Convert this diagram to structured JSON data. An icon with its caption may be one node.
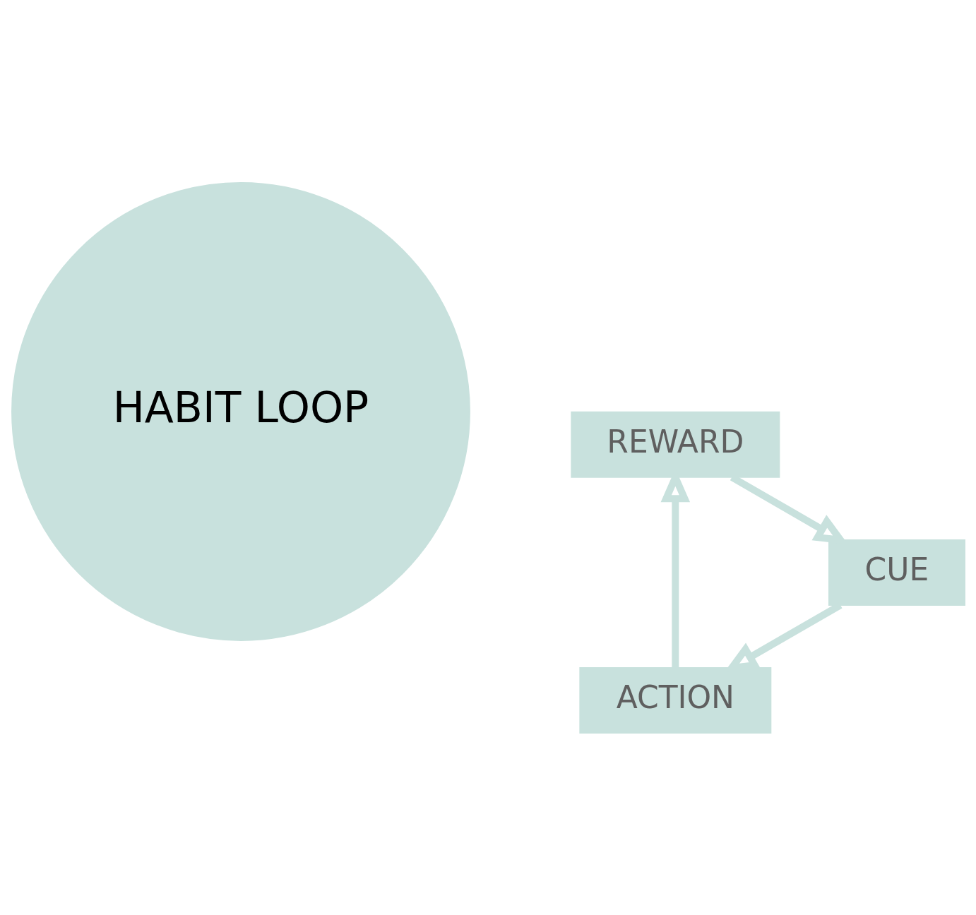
{
  "diagram": {
    "nodes": [
      {
        "text": [
          "ACTION"
        ]
      },
      {
        "text": [
          "CUE"
        ]
      },
      {
        "text": [
          "HABIT LOOP"
        ]
      },
      {
        "text": [
          "REWARD"
        ]
      }
    ],
    "edges": [
      {
        "from": 1,
        "to": 0,
        "arrow": "to"
      },
      {
        "from": 0,
        "to": 3,
        "arrow": "to"
      },
      {
        "from": 3,
        "to": 1,
        "arrow": "to"
      }
    ]
  }
}
